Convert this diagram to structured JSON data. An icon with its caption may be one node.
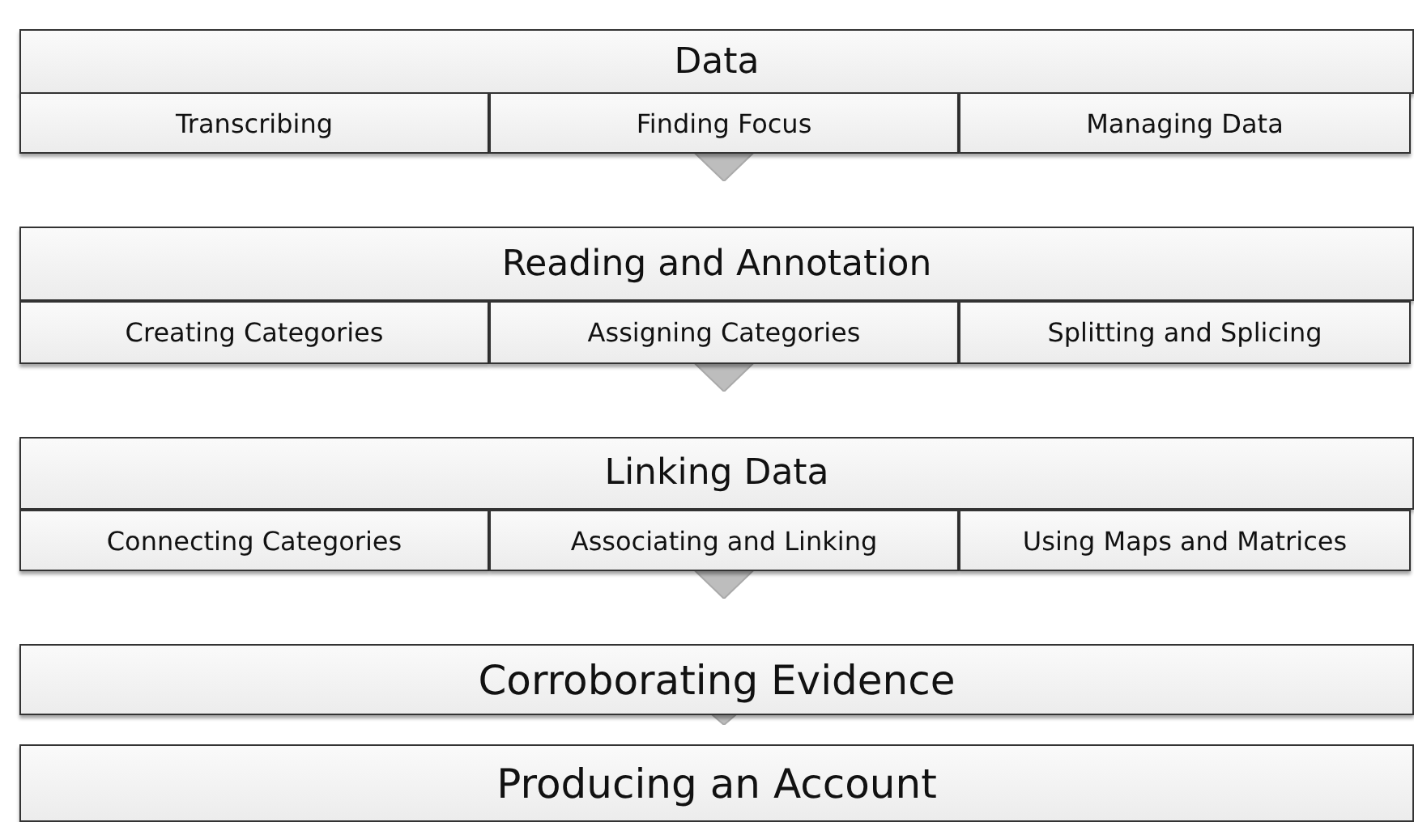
{
  "diagram": {
    "nodes": [
      {
        "text": [
          "Data"
        ]
      },
      {
        "text": [
          "Transcribing"
        ]
      },
      {
        "text": [
          "Finding Focus"
        ]
      },
      {
        "text": [
          "Managing Data"
        ]
      },
      {
        "text": [
          "Reading and Annotation"
        ]
      },
      {
        "text": [
          "Creating Categories"
        ]
      },
      {
        "text": [
          "Assigning Categories"
        ]
      },
      {
        "text": [
          "Splitting and Splicing"
        ]
      },
      {
        "text": [
          "Linking Data"
        ]
      },
      {
        "text": [
          "Connecting Categories"
        ]
      },
      {
        "text": [
          "Associating and Linking"
        ]
      },
      {
        "text": [
          "Using Maps and Matrices"
        ]
      },
      {
        "text": [
          "Corroborating Evidence"
        ]
      },
      {
        "text": [
          "Producing an Account"
        ]
      }
    ],
    "edges": [
      {
        "from": 2,
        "to": 4,
        "arrow": "to"
      },
      {
        "from": 6,
        "to": 8,
        "arrow": "to"
      },
      {
        "from": 10,
        "to": 12,
        "arrow": "to"
      },
      {
        "from": 12,
        "to": 13,
        "arrow": "to"
      }
    ]
  }
}
